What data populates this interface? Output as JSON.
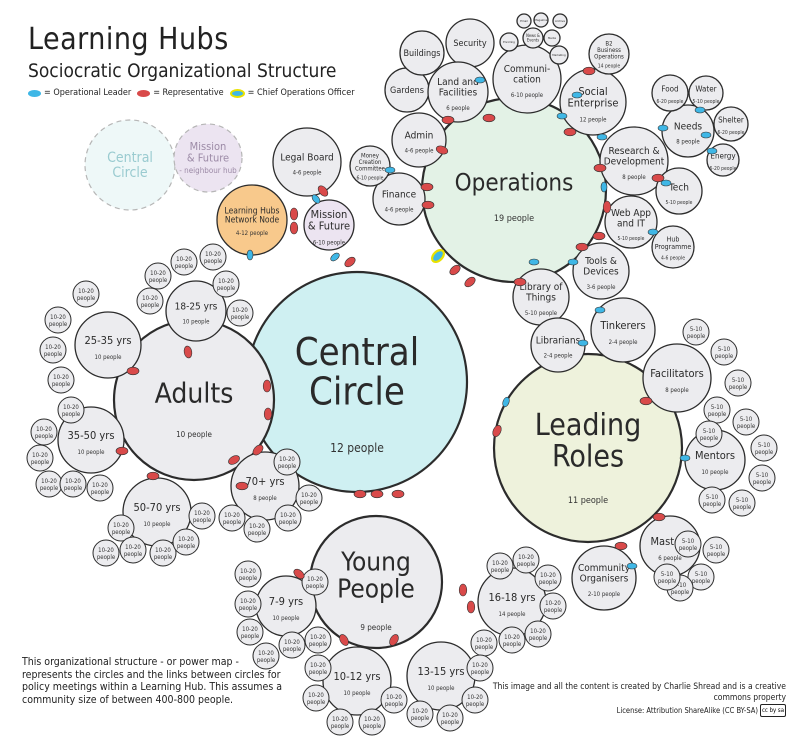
{
  "header": {
    "title": "Learning Hubs",
    "subtitle": "Sociocratic Organizational Structure"
  },
  "legend": {
    "operational": "= Operational Leader",
    "representative": "= Representative",
    "coo": "= Chief Operations Officer"
  },
  "colors": {
    "central": "#cff0f2",
    "operations": "#e3f2e6",
    "leading": "#eef2dc",
    "grey": "#ececef",
    "orange": "#f8c98c",
    "lilac": "#ece4f1",
    "operational": "#3fb7e6",
    "representative": "#d94a4a",
    "coo_ring": "#e9e200"
  },
  "circles": [
    {
      "id": "central",
      "lines": [
        "Central",
        "Circle"
      ],
      "sub": "12 people"
    },
    {
      "id": "operations",
      "lines": [
        "Operations"
      ],
      "sub": "19 people"
    },
    {
      "id": "leading",
      "lines": [
        "Leading",
        "Roles"
      ],
      "sub": "11 people"
    },
    {
      "id": "adults",
      "lines": [
        "Adults"
      ],
      "sub": "10 people"
    },
    {
      "id": "young",
      "lines": [
        "Young",
        "People"
      ],
      "sub": "9 people"
    },
    {
      "id": "mission",
      "lines": [
        "Mission",
        "& Future"
      ],
      "sub": "6-10 people"
    },
    {
      "id": "network",
      "lines": [
        "Learning Hubs",
        "Network Node"
      ],
      "sub": "4-12 people"
    },
    {
      "id": "legal",
      "lines": [
        "Legal Board"
      ],
      "sub": "4-6 people"
    },
    {
      "id": "ghost_central",
      "lines": [
        "Central",
        "Circle"
      ],
      "sub": ""
    },
    {
      "id": "ghost_mission",
      "lines": [
        "Mission",
        "& Future",
        "- neighbour hub"
      ],
      "sub": ""
    },
    {
      "id": "finance",
      "lines": [
        "Finance"
      ],
      "sub": "4-6 people"
    },
    {
      "id": "money",
      "lines": [
        "Money",
        "Creation",
        "Committee"
      ],
      "sub": "6-10 people"
    },
    {
      "id": "admin",
      "lines": [
        "Admin"
      ],
      "sub": "4-6 people"
    },
    {
      "id": "gardens",
      "lines": [
        "Gardens"
      ],
      "sub": ""
    },
    {
      "id": "buildings",
      "lines": [
        "Buildings"
      ],
      "sub": ""
    },
    {
      "id": "security",
      "lines": [
        "Security"
      ],
      "sub": ""
    },
    {
      "id": "land",
      "lines": [
        "Land and",
        "Facilities"
      ],
      "sub": "6 people"
    },
    {
      "id": "comms",
      "lines": [
        "Communi-",
        "cation"
      ],
      "sub": "6-10 people"
    },
    {
      "id": "social",
      "lines": [
        "Social",
        "Enterprise"
      ],
      "sub": "12 people"
    },
    {
      "id": "research",
      "lines": [
        "Research &",
        "Development"
      ],
      "sub": "8 people"
    },
    {
      "id": "needs",
      "lines": [
        "Needs"
      ],
      "sub": "8 people"
    },
    {
      "id": "food",
      "lines": [
        "Food"
      ],
      "sub": "6-20 people"
    },
    {
      "id": "water",
      "lines": [
        "Water"
      ],
      "sub": "5-10 people"
    },
    {
      "id": "shelter",
      "lines": [
        "Shelter"
      ],
      "sub": "6-20 people"
    },
    {
      "id": "energy",
      "lines": [
        "Energy"
      ],
      "sub": "6-20 people"
    },
    {
      "id": "tech",
      "lines": [
        "Tech"
      ],
      "sub": "5-10 people"
    },
    {
      "id": "webapp",
      "lines": [
        "Web App",
        "and IT"
      ],
      "sub": "5-10 people"
    },
    {
      "id": "hubprog",
      "lines": [
        "Hub",
        "Programme"
      ],
      "sub": "4-6 people"
    },
    {
      "id": "tools",
      "lines": [
        "Tools &",
        "Devices"
      ],
      "sub": "3-6 people"
    },
    {
      "id": "library",
      "lines": [
        "Library of",
        "Things"
      ],
      "sub": "5-10 people"
    },
    {
      "id": "librarians",
      "lines": [
        "Librarians"
      ],
      "sub": "2-4 people"
    },
    {
      "id": "tinkerers",
      "lines": [
        "Tinkerers"
      ],
      "sub": "2-4 people"
    },
    {
      "id": "facilitators",
      "lines": [
        "Facilitators"
      ],
      "sub": "8 people"
    },
    {
      "id": "mentors",
      "lines": [
        "Mentors"
      ],
      "sub": "10 people"
    },
    {
      "id": "masters",
      "lines": [
        "Masters"
      ],
      "sub": "6 people"
    },
    {
      "id": "community",
      "lines": [
        "Community",
        "Organisers"
      ],
      "sub": "2-10 people"
    },
    {
      "id": "y1825",
      "lines": [
        "18-25 yrs"
      ],
      "sub": "10 people"
    },
    {
      "id": "y2535",
      "lines": [
        "25-35 yrs"
      ],
      "sub": "10 people"
    },
    {
      "id": "y3550",
      "lines": [
        "35-50 yrs"
      ],
      "sub": "10 people"
    },
    {
      "id": "y5070",
      "lines": [
        "50-70 yrs"
      ],
      "sub": "10 people"
    },
    {
      "id": "y70",
      "lines": [
        "70+ yrs"
      ],
      "sub": "8 people"
    },
    {
      "id": "y79",
      "lines": [
        "7-9 yrs"
      ],
      "sub": "10 people"
    },
    {
      "id": "y1012",
      "lines": [
        "10-12 yrs"
      ],
      "sub": "10 people"
    },
    {
      "id": "y1315",
      "lines": [
        "13-15 yrs"
      ],
      "sub": "10 people"
    },
    {
      "id": "y1618",
      "lines": [
        "16-18 yrs"
      ],
      "sub": "14 people"
    },
    {
      "id": "email",
      "lines": [
        "Email"
      ],
      "sub": ""
    },
    {
      "id": "magazine",
      "lines": [
        "Magazine"
      ],
      "sub": ""
    },
    {
      "id": "newsevents",
      "lines": [
        "News &",
        "Events"
      ],
      "sub": ""
    },
    {
      "id": "enrolling",
      "lines": [
        "Enrolling"
      ],
      "sub": ""
    },
    {
      "id": "media",
      "lines": [
        "Media"
      ],
      "sub": ""
    },
    {
      "id": "archive",
      "lines": [
        "Archive"
      ],
      "sub": ""
    },
    {
      "id": "marketing",
      "lines": [
        "Marketing"
      ],
      "sub": ""
    },
    {
      "id": "b2b",
      "lines": [
        "B2",
        "Business",
        "Operations"
      ],
      "sub": "14 people"
    }
  ],
  "small_labels": {
    "p1020": "10-20 people",
    "p510": "5-10 people"
  },
  "description": "This organizational structure - or power map - represents the circles and the links between circles for policy meetings within a Learning Hub. This assumes a community size of between 400-800 people.",
  "credit": "This image and all the content is created by Charlie Shread and is a creative commons property",
  "license": "License: Attribution ShareAlike (CC BY-SA)",
  "cc_badge": "cc by sa"
}
